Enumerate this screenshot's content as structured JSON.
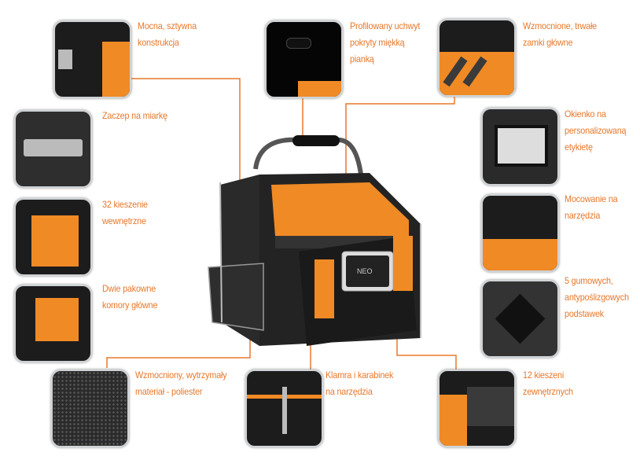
{
  "brand": "NEO",
  "accent_color": "#e8782a",
  "features": [
    {
      "id": "construction",
      "lines": [
        "Mocna, sztywna",
        "konstrukcja"
      ]
    },
    {
      "id": "handle",
      "lines": [
        "Profilowany uchwyt",
        "pokryty miękką",
        "pianką"
      ]
    },
    {
      "id": "zippers",
      "lines": [
        "Wzmocnione, trwałe",
        "zamki główne"
      ]
    },
    {
      "id": "tape-hook",
      "lines": [
        "Zaczep na miarkę"
      ]
    },
    {
      "id": "label-window",
      "lines": [
        "Okienko na",
        "personalizowaną",
        "etykietę"
      ]
    },
    {
      "id": "inner-pockets",
      "lines": [
        "32 kieszenie",
        "wewnętrzne"
      ]
    },
    {
      "id": "tool-mount",
      "lines": [
        "Mocowanie na",
        "narzędzia"
      ]
    },
    {
      "id": "main-compartments",
      "lines": [
        "Dwie pakowne",
        "komory główne"
      ]
    },
    {
      "id": "rubber-feet",
      "lines": [
        "5 gumowych,",
        "antypoślizgowych",
        "podstawek"
      ]
    },
    {
      "id": "material",
      "lines": [
        "Wzmocniony, wytrzymały",
        "materiał - poliester"
      ]
    },
    {
      "id": "clip",
      "lines": [
        "Klamra i karabinek",
        "na narzędzia"
      ]
    },
    {
      "id": "outer-pockets",
      "lines": [
        "12 kieszeni",
        "zewnętrznych"
      ]
    }
  ]
}
